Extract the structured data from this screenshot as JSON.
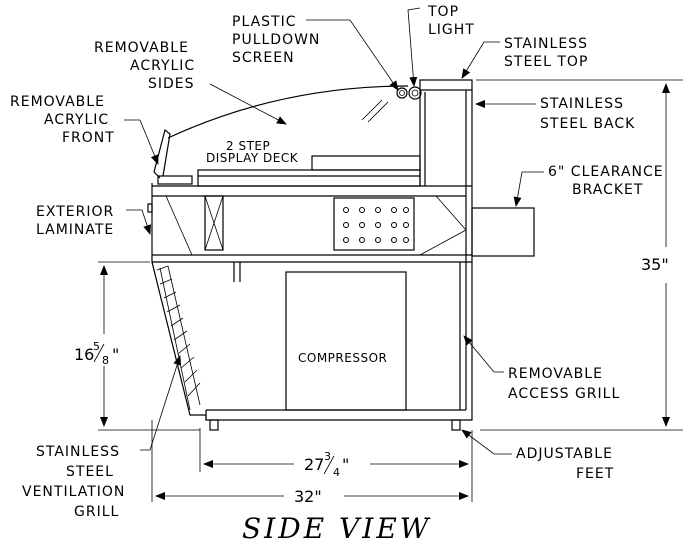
{
  "labels": {
    "plastic_pulldown": [
      "PLASTIC",
      "PULLDOWN",
      "SCREEN"
    ],
    "top_light": [
      "TOP",
      "LIGHT"
    ],
    "stainless_top": [
      "STAINLESS",
      "STEEL TOP"
    ],
    "removable_sides": [
      "REMOVABLE",
      "ACRYLIC",
      "SIDES"
    ],
    "removable_front": [
      "REMOVABLE",
      "ACRYLIC",
      "FRONT"
    ],
    "stainless_back": [
      "STAINLESS",
      "STEEL BACK"
    ],
    "display_deck": [
      "2 STEP",
      "DISPLAY DECK"
    ],
    "clearance": [
      "6\" CLEARANCE",
      "BRACKET"
    ],
    "exterior_laminate": [
      "EXTERIOR",
      "LAMINATE"
    ],
    "compressor": "COMPRESSOR",
    "access_grill": [
      "REMOVABLE",
      "ACCESS GRILL"
    ],
    "ventilation_grill": [
      "STAINLESS",
      "STEEL",
      "VENTILATION",
      "GRILL"
    ],
    "adjustable_feet": [
      "ADJUSTABLE",
      "FEET"
    ]
  },
  "dimensions": {
    "height_total": "35\"",
    "height_lower_whole": "16",
    "height_lower_num": "5",
    "height_lower_den": "8",
    "height_lower_unit": "\"",
    "width_inner_whole": "27",
    "width_inner_num": "3",
    "width_inner_den": "4",
    "width_inner_unit": "\"",
    "width_total": "32\""
  },
  "title": "SIDE VIEW"
}
